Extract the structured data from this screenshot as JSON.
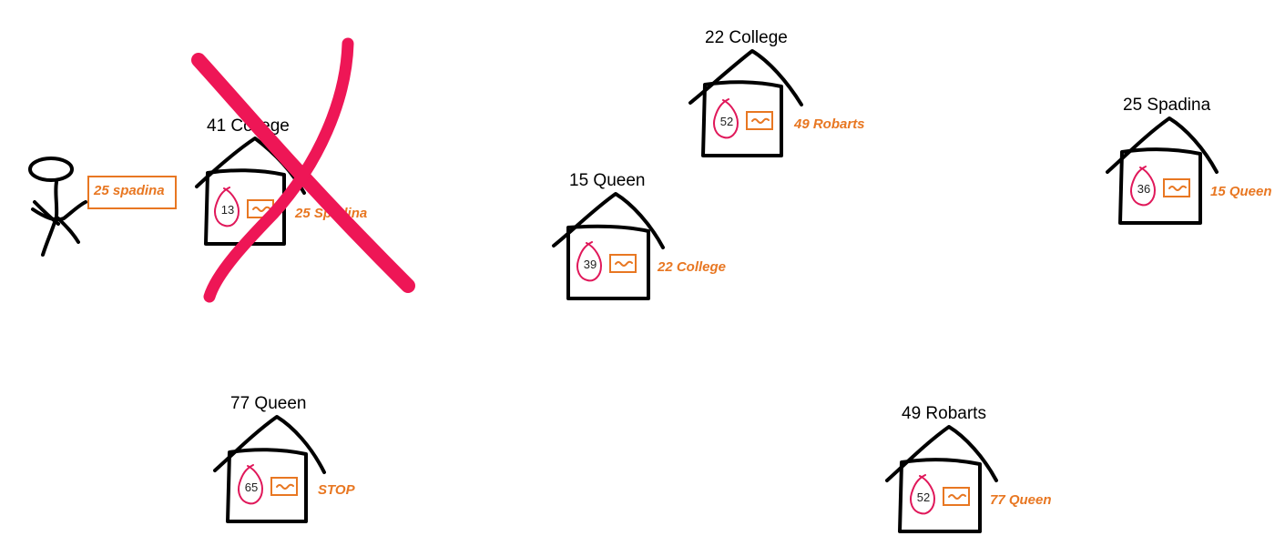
{
  "colors": {
    "ink": "#000000",
    "number_ring": "#e0185a",
    "note": "#e87722",
    "cross_out": "#ee1656"
  },
  "person": {
    "icon": "stick-figure-icon",
    "note": "25 spadina"
  },
  "houses": [
    {
      "id": "41-college",
      "title": "41 College",
      "number": "13",
      "next": "25 Spadina",
      "crossed_out": true
    },
    {
      "id": "15-queen",
      "title": "15 Queen",
      "number": "39",
      "next": "22 College",
      "crossed_out": false
    },
    {
      "id": "22-college",
      "title": "22 College",
      "number": "52",
      "next": "49 Robarts",
      "crossed_out": false
    },
    {
      "id": "25-spadina",
      "title": "25 Spadina",
      "number": "36",
      "next": "15 Queen",
      "crossed_out": false
    },
    {
      "id": "77-queen",
      "title": "77 Queen",
      "number": "65",
      "next": "STOP",
      "crossed_out": false
    },
    {
      "id": "49-robarts",
      "title": "49 Robarts",
      "number": "52",
      "next": "77 Queen",
      "crossed_out": false
    }
  ],
  "icons": {
    "house": "house-icon",
    "number_ring": "number-ring-icon",
    "mailbox": "mailbox-icon",
    "cross_out": "cross-out-icon"
  }
}
